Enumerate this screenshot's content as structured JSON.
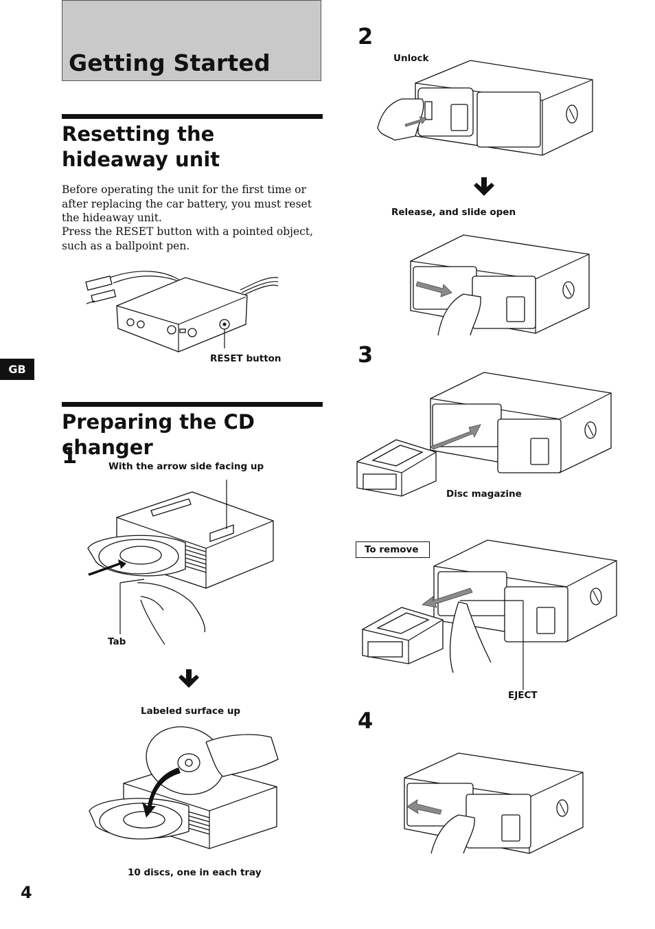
{
  "header": {
    "title": "Getting Started"
  },
  "reset_section": {
    "heading": "Resetting the hideaway unit",
    "paragraph1": "Before operating the unit for the first time or after replacing the car battery, you must reset the hideaway unit.",
    "paragraph2": "Press the RESET button with a pointed object, such as a ballpoint pen.",
    "caption": "RESET button"
  },
  "prepare_section": {
    "heading": "Preparing the CD changer",
    "step1": {
      "number": "1",
      "caption_top": "With the arrow side facing up",
      "caption_tab": "Tab",
      "caption_labeled": "Labeled surface up",
      "caption_discs": "10 discs, one in each tray"
    },
    "step2": {
      "number": "2",
      "caption_unlock": "Unlock",
      "caption_release": "Release, and slide open"
    },
    "step3": {
      "number": "3",
      "caption_magazine": "Disc magazine",
      "caption_remove": "To remove",
      "caption_eject": "EJECT"
    },
    "step4": {
      "number": "4"
    }
  },
  "side_tab": "GB",
  "page_number": "4",
  "icons": [
    "down-arrow-icon"
  ]
}
